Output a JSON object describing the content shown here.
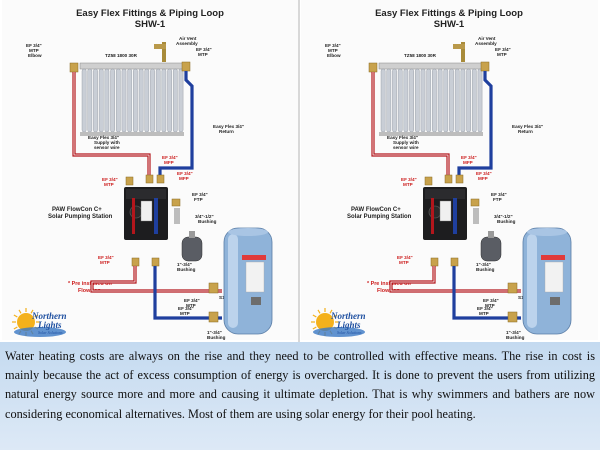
{
  "diagram": {
    "title_line1": "Easy Flex Fittings & Piping Loop",
    "title_line2": "SHW-1",
    "collector_label": "TZ58 1800 30R",
    "air_vent": [
      "Air Vent",
      "Assembly"
    ],
    "ef_elbow": [
      "EF 3/4\"",
      "MTP",
      "Elbow"
    ],
    "ef_mtp_top": [
      "EF 3/4\"",
      "MTP"
    ],
    "supply_label": [
      "Easy Flex 3/4\"",
      "Supply with",
      "sensor wire"
    ],
    "return_label": [
      "Easy Flex 3/4\"",
      "Return"
    ],
    "ef_mtp_a": [
      "EF 3/4\"",
      "MTP"
    ],
    "ef_mfp_b": [
      "EF 3/4\"",
      "MFP"
    ],
    "ef_mfp_c": [
      "EF 3/4\"",
      "MFP"
    ],
    "ef_ftp": [
      "EF 3/4\"",
      "FTP"
    ],
    "bushing_1": [
      "3/4\"-1/2\"",
      "Bushing"
    ],
    "station_label": [
      "PAW FlowCon C+",
      "Solar Pumping Station"
    ],
    "ef_mtp_d": [
      "EF 3/4\"",
      "MTP"
    ],
    "bushing_2": [
      "1\"-3/4\"",
      "Bushing"
    ],
    "preinstalled": [
      "* Pre installed on",
      "FlowCon"
    ],
    "ef_mtp_e": [
      "EF 3/4\"",
      "MTP"
    ],
    "ef_mtp_f": [
      "EF 3/4\"",
      "MTP"
    ],
    "s1": "S1",
    "bushing_3": [
      "1\"-3/4\"",
      "Bushing"
    ],
    "logo": [
      "Northern",
      "Lights",
      "Solar Solutions"
    ]
  },
  "caption": "Water heating costs are always on the rise and they need to be controlled with effective means. The rise in cost is mainly because the act of excess consumption of energy is overcharged. It is done to prevent the users from utilizing natural energy source more and more and causing it ultimate depletion. That is why swimmers and bathers are now considering economical alternatives. Most of them are using solar energy for their pool heating.",
  "colors": {
    "hot_pipe": "#b3161c",
    "cold_pipe": "#1f3f9e",
    "tank": "#8fb3d9",
    "background": "#fbfbfb",
    "caption_bg": "#c4daf0"
  }
}
